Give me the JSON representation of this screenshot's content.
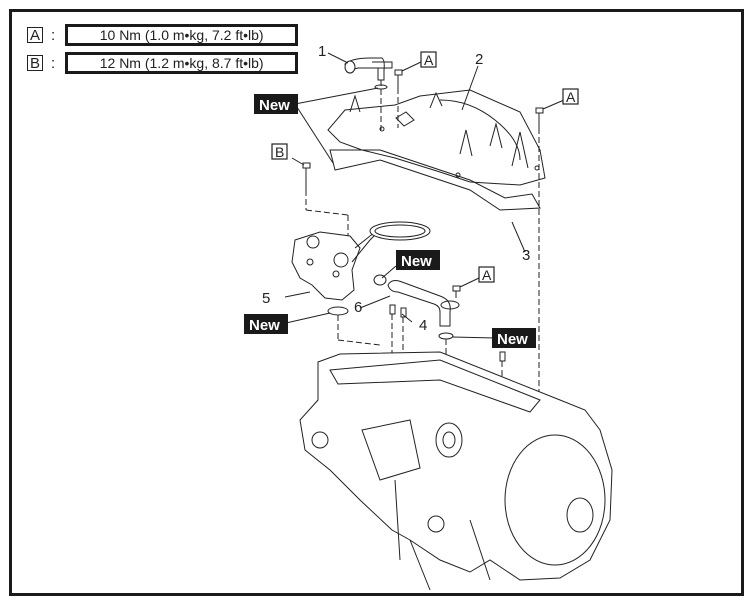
{
  "legend": [
    {
      "letter": "A",
      "torque": "10 Nm (1.0 m•kg, 7.2 ft•lb)"
    },
    {
      "letter": "B",
      "torque": "12 Nm (1.2 m•kg, 8.7 ft•lb)"
    }
  ],
  "callouts": {
    "part1": "1",
    "part2": "2",
    "part3": "3",
    "part4": "4",
    "part5": "5",
    "part6": "6"
  },
  "new_label": "New",
  "torque_tags": {
    "a": "A",
    "b": "B"
  }
}
